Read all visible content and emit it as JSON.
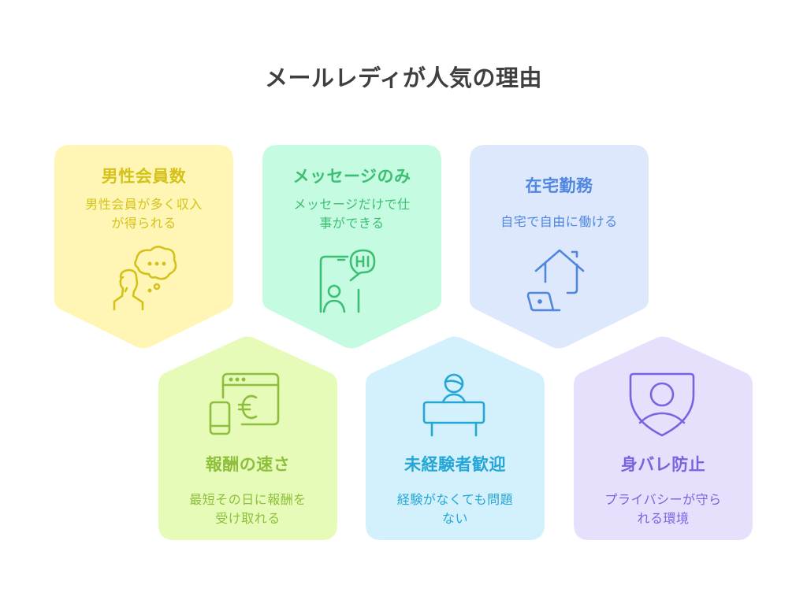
{
  "title": "メールレディが人気の理由",
  "colors": {
    "title": "#3f3f3f",
    "yellow_bg": "#fff6b5",
    "yellow_fg": "#d4c21a",
    "mint_bg": "#c5fbe1",
    "mint_fg": "#3cbf73",
    "blue_bg": "#dde8fd",
    "blue_fg": "#4f86e0",
    "lime_bg": "#e7fbb8",
    "lime_fg": "#8dbf3c",
    "cyan_bg": "#d2f1fc",
    "cyan_fg": "#25a6d6",
    "purple_bg": "#e6e0fd",
    "purple_fg": "#7b62e0"
  },
  "cards": [
    {
      "heading": "男性会員数",
      "desc_line1": "男性会員が多く収入",
      "desc_line2": "が得られる",
      "icon": "person-thought-bubble-icon",
      "color": "yellow"
    },
    {
      "heading": "メッセージのみ",
      "desc_line1": "メッセージだけで仕",
      "desc_line2": "事ができる",
      "icon": "phone-chat-hi-icon",
      "icon_text": "HI",
      "color": "mint"
    },
    {
      "heading": "在宅勤務",
      "desc_line1": "自宅で自由に働ける",
      "desc_line2": "",
      "icon": "home-laptop-icon",
      "color": "blue"
    },
    {
      "heading": "報酬の速さ",
      "desc_line1": "最短その日に報酬を",
      "desc_line2": "受け取れる",
      "icon": "browser-phone-euro-icon",
      "icon_text": "€",
      "color": "lime"
    },
    {
      "heading": "未経験者歓迎",
      "desc_line1": "経験がなくても問題",
      "desc_line2": "ない",
      "icon": "person-at-desk-icon",
      "color": "cyan"
    },
    {
      "heading": "身バレ防止",
      "desc_line1": "プライバシーが守ら",
      "desc_line2": "れる環境",
      "icon": "shield-person-icon",
      "color": "purple"
    }
  ]
}
